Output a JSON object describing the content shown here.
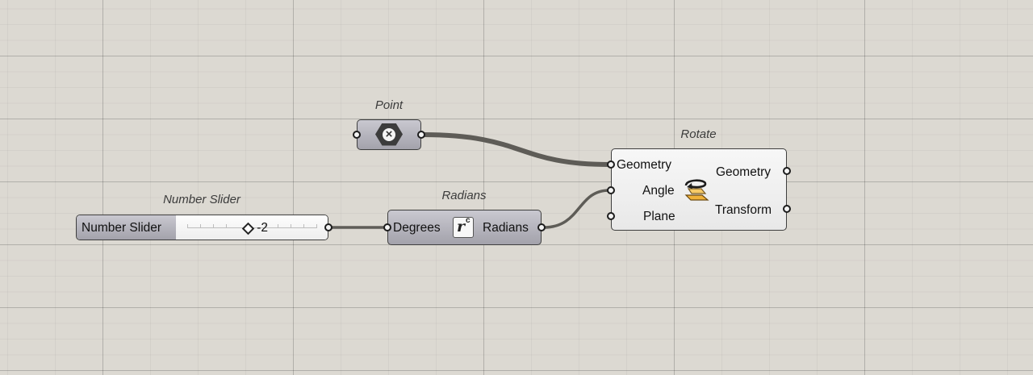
{
  "nodes": {
    "point": {
      "nickname": "Point",
      "icon": "x-hexagon-icon"
    },
    "slider": {
      "nickname": "Number Slider",
      "label": "Number Slider",
      "value": "-2",
      "knob_fraction": 0.47
    },
    "radians": {
      "nickname": "Radians",
      "input": "Degrees",
      "output": "Radians",
      "icon": "radians-icon"
    },
    "rotate": {
      "nickname": "Rotate",
      "inputs": [
        "Geometry",
        "Angle",
        "Plane"
      ],
      "outputs": [
        "Geometry",
        "Transform"
      ],
      "icon": "rotate-icon"
    }
  },
  "colors": {
    "canvas": "#dcd9d2",
    "wire": "#5e5c57",
    "component_grey": "#b4b3bc",
    "component_white": "#f2f2f2"
  }
}
